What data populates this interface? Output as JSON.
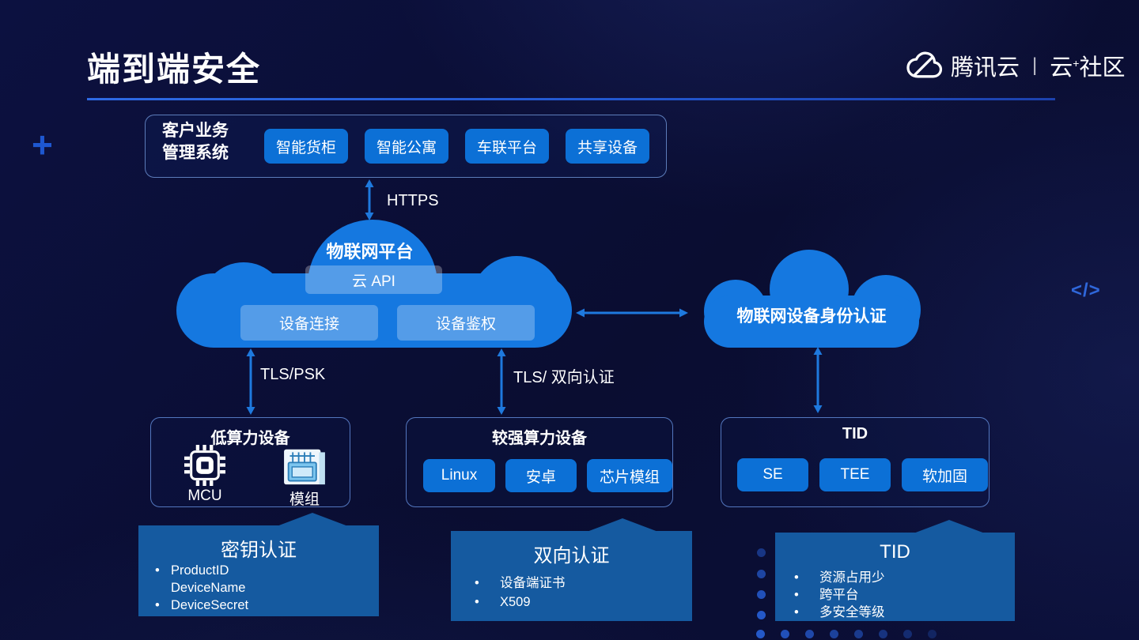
{
  "slide": {
    "title": "端到端安全",
    "decorations": {
      "plus": "+",
      "code": "</>"
    }
  },
  "logo": {
    "cloud_icon": "tencent-cloud-icon",
    "brand": "腾讯云",
    "divider": "|",
    "community_prefix": "云",
    "community_plus": "+",
    "community_suffix": "社区"
  },
  "business_system": {
    "label_line1": "客户业务",
    "label_line2": "管理系统",
    "buttons": [
      "智能货柜",
      "智能公寓",
      "车联平台",
      "共享设备"
    ]
  },
  "links": {
    "https": "HTTPS",
    "tls_psk": "TLS/PSK",
    "tls_mutual": "TLS/ 双向认证"
  },
  "iot_platform": {
    "title": "物联网平台",
    "cloud_api": "云 API",
    "device_connect": "设备连接",
    "device_auth": "设备鉴权"
  },
  "identity_service": {
    "title": "物联网设备身份认证"
  },
  "device_groups": {
    "low_power": {
      "title": "低算力设备",
      "items": [
        {
          "icon": "mcu-chip-icon",
          "label": "MCU"
        },
        {
          "icon": "module-board-icon",
          "label": "模组"
        }
      ]
    },
    "strong_power": {
      "title": "较强算力设备",
      "buttons": [
        "Linux",
        "安卓",
        "芯片模组"
      ]
    },
    "tid": {
      "title": "TID",
      "buttons": [
        "SE",
        "TEE",
        "软加固"
      ]
    }
  },
  "callouts": {
    "key_auth": {
      "title": "密钥认证",
      "lines": [
        {
          "bullet": true,
          "text": "ProductID"
        },
        {
          "bullet": false,
          "text": "DeviceName"
        },
        {
          "bullet": true,
          "text": "DeviceSecret"
        }
      ]
    },
    "mutual_auth": {
      "title": "双向认证",
      "lines": [
        {
          "bullet": true,
          "text": "设备端证书"
        },
        {
          "bullet": true,
          "text": "X509"
        }
      ]
    },
    "tid": {
      "title": "TID",
      "lines": [
        {
          "bullet": true,
          "text": "资源占用少"
        },
        {
          "bullet": true,
          "text": "跨平台"
        },
        {
          "bullet": true,
          "text": "多安全等级"
        }
      ]
    }
  },
  "colors": {
    "background": "#0a0e33",
    "accent_button": "#0c70d6",
    "cloud_fill": "#1578e0",
    "callout_fill": "#155aa0",
    "arrow": "#1e79de",
    "box_border": "#608ad6",
    "underline": "#2e6ae4"
  }
}
